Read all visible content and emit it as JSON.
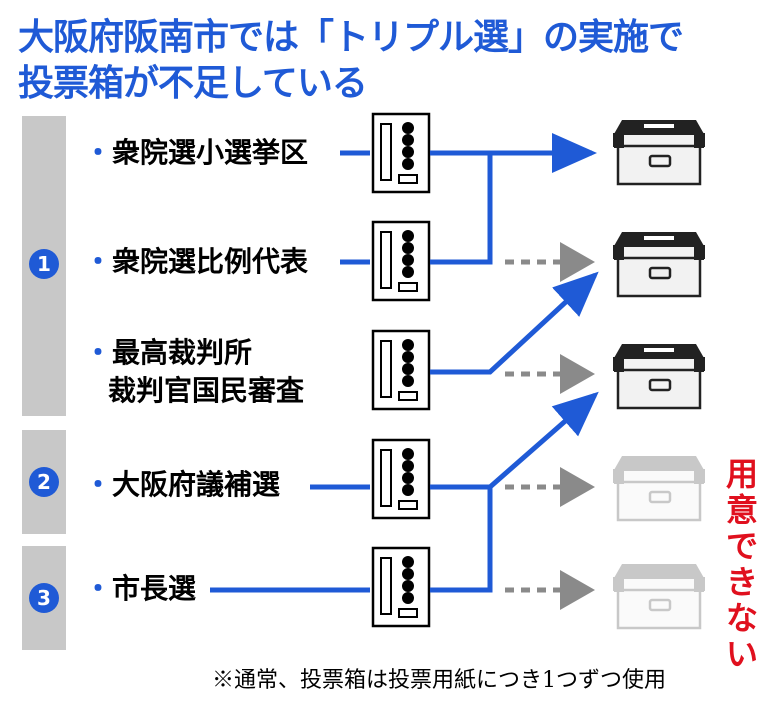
{
  "title": {
    "line1": "大阪府阪南市では「トリプル選」の実施で",
    "line2": "投票箱が不足している"
  },
  "groups": [
    {
      "number": "1",
      "label": "①"
    },
    {
      "number": "2",
      "label": "②"
    },
    {
      "number": "3",
      "label": "③"
    }
  ],
  "elections": [
    {
      "text": "衆院選小選挙区",
      "arrow": "solid"
    },
    {
      "text": "衆院選比例代表",
      "arrow": "dashed"
    },
    {
      "text_line1": "最高裁判所",
      "text_line2": "裁判官国民審査",
      "arrow": "dashed"
    },
    {
      "text": "大阪府議補選",
      "arrow": "dashed"
    },
    {
      "text": "市長選",
      "arrow": "dashed"
    }
  ],
  "bullet": "・",
  "boxes": [
    {
      "status": "available"
    },
    {
      "status": "available"
    },
    {
      "status": "available"
    },
    {
      "status": "unavailable"
    },
    {
      "status": "unavailable"
    }
  ],
  "unavailable_label": [
    "用",
    "意",
    "で",
    "き",
    "な",
    "い"
  ],
  "footnote": "※通常、投票箱は投票用紙につき1つずつ使用",
  "colors": {
    "accent": "#1f5ad6",
    "group_bar": "#c8c8c8",
    "dashed_arrow": "#8a8a8a",
    "warning": "#e0101e"
  }
}
